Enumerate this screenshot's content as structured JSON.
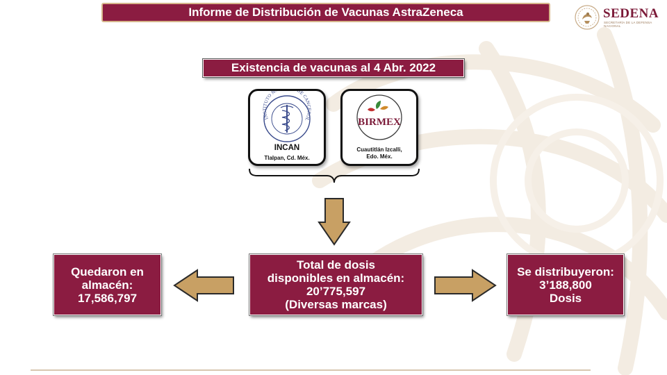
{
  "header": {
    "title": "Informe de Distribución de Vacunas AstraZeneca",
    "brand_name": "SEDENA",
    "brand_subtitle": "SECRETARÍA DE LA DEFENSA NACIONAL"
  },
  "subtitle": "Existencia de vacunas al 4 Abr. 2022",
  "sources": {
    "incan": {
      "name": "INCAN",
      "location": "Tlalpan, Cd. Méx.",
      "seal_text": "INSTITUTO NACIONAL DE CANCEROLOGÍA · México"
    },
    "birmex": {
      "name": "BIRMEX",
      "location_line1": "Cuautitlán Izcalli,",
      "location_line2": "Edo. Méx."
    }
  },
  "boxes": {
    "left": {
      "line1": "Quedaron en",
      "line2": "almacén:",
      "line3": "17,586,797"
    },
    "center": {
      "line1": "Total de dosis",
      "line2": "disponibles en almacén:",
      "line3": "20’775,597",
      "line4": "(Diversas marcas)"
    },
    "right": {
      "line1": "Se distribuyeron:",
      "line2": "3’188,800",
      "line3": "Dosis"
    }
  },
  "colors": {
    "primary": "#8b1c41",
    "arrow_fill": "#c8a064",
    "gold": "#d6b58a",
    "birmex_text": "#7b1a38",
    "birmex_leaf": "#3a8a3a"
  }
}
